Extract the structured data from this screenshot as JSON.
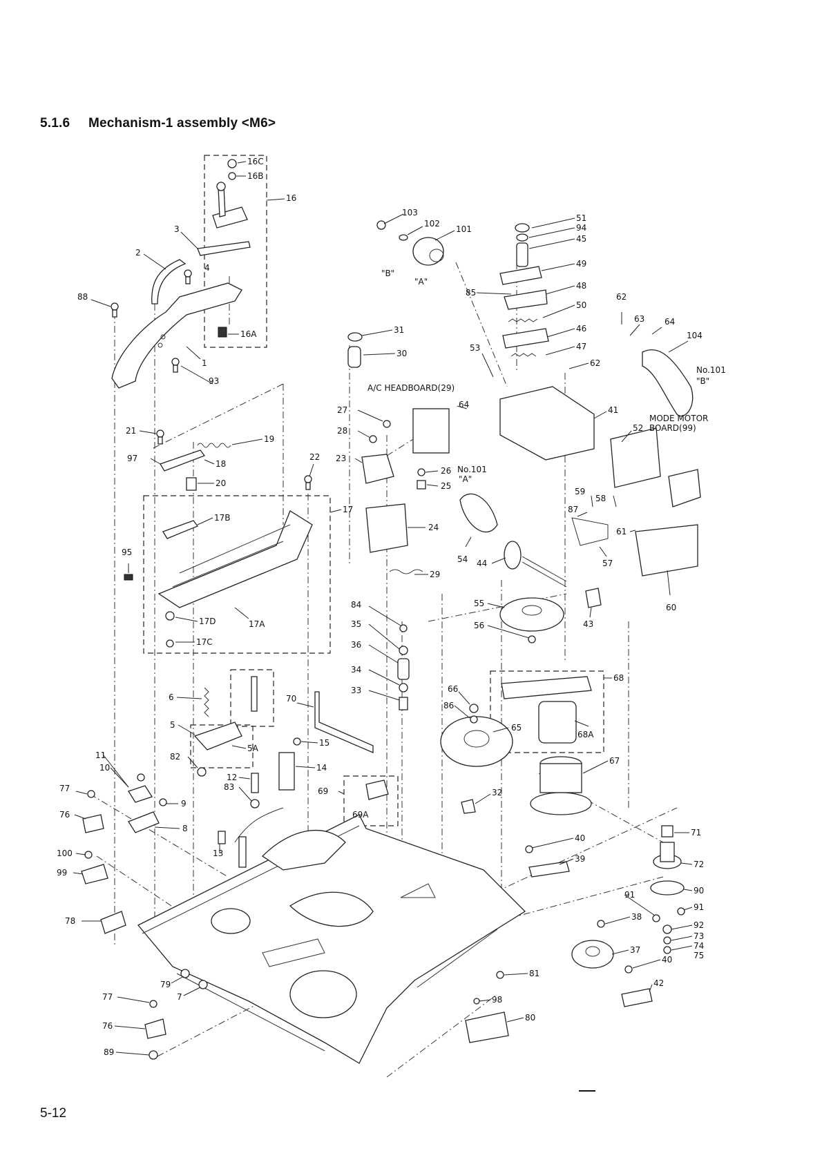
{
  "header": {
    "section_number": "5.1.6",
    "title": "Mechanism-1 assembly <M6>"
  },
  "footer": {
    "page_number": "5-12"
  },
  "callouts": {
    "c16C": "16C",
    "c16B": "16B",
    "c16": "16",
    "c16A": "16A",
    "c3": "3",
    "c2": "2",
    "c4": "4",
    "c88": "88",
    "c1": "1",
    "c93": "93",
    "c21": "21",
    "c19": "19",
    "c97": "97",
    "c18": "18",
    "c20": "20",
    "c22": "22",
    "c17": "17",
    "c17B": "17B",
    "c95": "95",
    "c17A": "17A",
    "c17D": "17D",
    "c17C": "17C",
    "c6": "6",
    "c5": "5",
    "c5A": "5A",
    "c82": "82",
    "c70": "70",
    "c15": "15",
    "c14": "14",
    "c12": "12",
    "c83": "83",
    "c11": "11",
    "c10": "10",
    "c77a": "77",
    "c9": "9",
    "c76a": "76",
    "c8": "8",
    "c13": "13",
    "c100": "100",
    "c99": "99",
    "c78": "78",
    "c79": "79",
    "c7": "7",
    "c77b": "77",
    "c76b": "76",
    "c89": "89",
    "c103": "103",
    "c102": "102",
    "c101": "101",
    "cB1": "\"B\"",
    "cA1": "\"A\"",
    "c31": "31",
    "c30": "30",
    "c27": "27",
    "c28": "28",
    "c64a": "64",
    "c23": "23",
    "c26": "26",
    "c25": "25",
    "c24": "24",
    "c29": "29",
    "c84": "84",
    "c35": "35",
    "c36": "36",
    "c34": "34",
    "c33": "33",
    "c69": "69",
    "c69A": "69A",
    "c51": "51",
    "c94": "94",
    "c45": "45",
    "c49": "49",
    "c48": "48",
    "c85": "85",
    "c50": "50",
    "c46": "46",
    "c47": "47",
    "c53": "53",
    "c62a": "62",
    "c63": "63",
    "c64b": "64",
    "c62b": "62",
    "c104": "104",
    "c41": "41",
    "c52": "52",
    "c59": "59",
    "c58": "58",
    "c87": "87",
    "c61": "61",
    "c57": "57",
    "c60": "60",
    "c54": "54",
    "c44": "44",
    "c43": "43",
    "c55": "55",
    "c56": "56",
    "c66": "66",
    "c86": "86",
    "c65": "65",
    "c68": "68",
    "c68A": "68A",
    "c67": "67",
    "c32": "32",
    "c40a": "40",
    "c39": "39",
    "c71": "71",
    "c72": "72",
    "c90": "90",
    "c91a": "91",
    "c91b": "91",
    "c38": "38",
    "c92": "92",
    "c73": "73",
    "c74": "74",
    "c75": "75",
    "c37": "37",
    "c40b": "40",
    "c42": "42",
    "c81": "81",
    "c98": "98",
    "c80": "80"
  },
  "annotations": {
    "ac_headboard": "A/C HEADBOARD(29)",
    "mode_motor_board_1": "MODE MOTOR",
    "mode_motor_board_2": "BOARD(99)",
    "no101_b_1": "No.101",
    "no101_b_2": "\"B\"",
    "no101_a_1": "No.101",
    "no101_a_2": "\"A\""
  }
}
